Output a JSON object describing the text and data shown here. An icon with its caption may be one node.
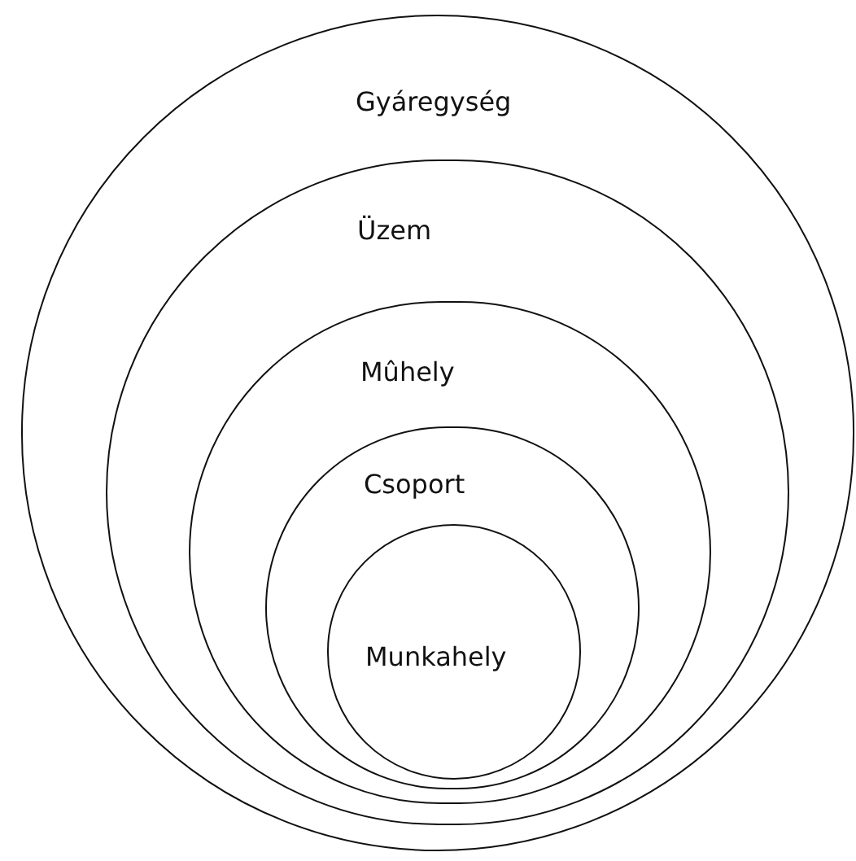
{
  "diagram": {
    "nodes": [
      {
        "text": [
          "Gyáregység"
        ]
      },
      {
        "text": [
          "Üzem"
        ],
        "in": 0
      },
      {
        "text": [
          "Mûhely"
        ],
        "in": 1
      },
      {
        "text": [
          "Csoport"
        ],
        "in": 2
      },
      {
        "text": [
          "Munkahely"
        ],
        "in": 3
      }
    ]
  }
}
